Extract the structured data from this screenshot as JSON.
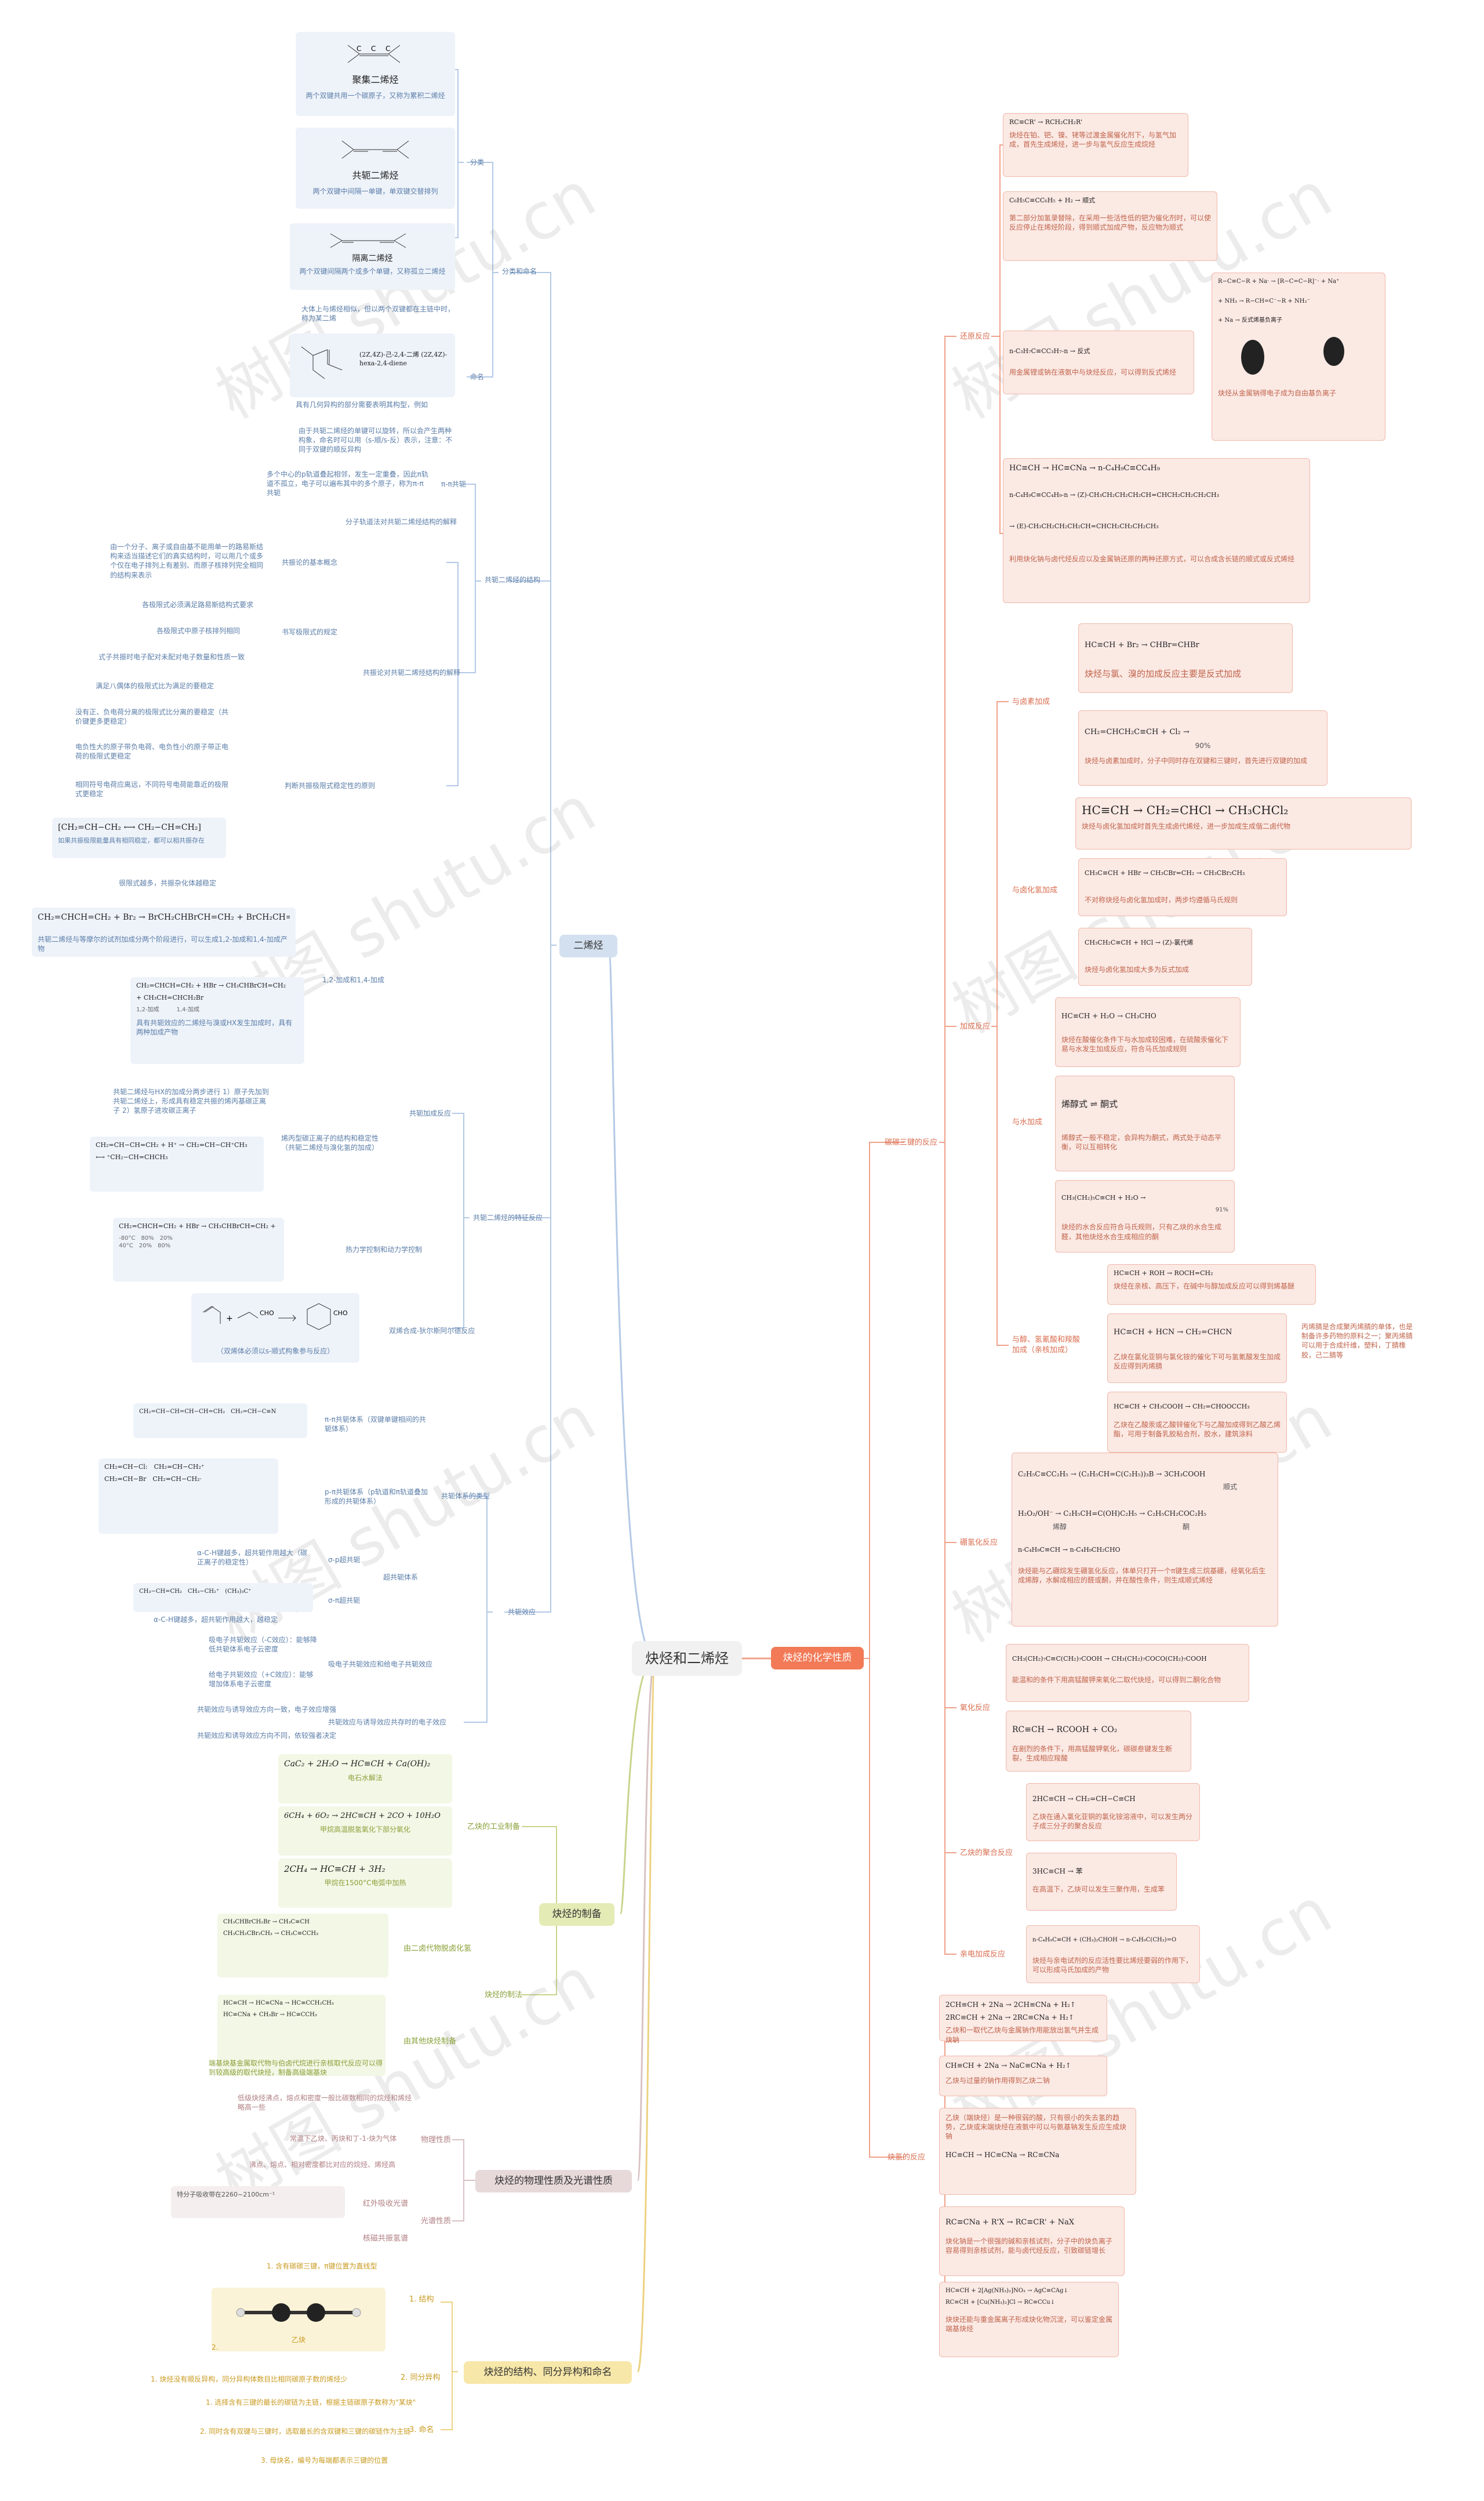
{
  "root": "炔烃和二烯烃",
  "branches": {
    "diene": "二烯烃",
    "alkyne_chem": "炔烃的化学性质",
    "alkyne_prep": "炔烃的制备",
    "alkyne_phys": "炔烃的物理性质及光谱性质",
    "alkyne_struct": "炔烃的结构、同分异构和命名"
  },
  "diene": {
    "classify": "分类和命名",
    "classify_sub": "分类",
    "naming_sub": "命名",
    "cumulated": {
      "label": "聚集二烯烃",
      "desc": "两个双键共用一个碳原子，又称为累积二烯烃"
    },
    "conjugated": {
      "label": "共轭二烯烃",
      "desc": "两个双键中间隔一单键，单双键交替排列"
    },
    "isolated": {
      "label": "隔离二烯烃",
      "desc": "两个双键间隔两个或多个单键，又称孤立二烯烃"
    },
    "naming_note1": "大体上与烯烃相似，但以两个双键都在主链中时，称为某二烯",
    "naming_example": "(2Z,4Z)-己-2,4-二烯 (2Z,4Z)-hexa-2,4-diene",
    "naming_note2": "具有几何异构的部分需要表明其构型，例如",
    "naming_note3": "由于共轭二烯烃的单键可以旋转，所以会产生两种构象，命名时可以用（s-顺/s-反）表示，注意：不同于双键的顺反异构",
    "structure": "共轭二烯烃的结构",
    "pi_pi": "π-π共轭",
    "pi_pi_desc": "多个中心的p轨道叠起相邻，发生一定重叠，因此π轨道不孤立，电子可以遍布其中的多个原子，称为π-π共轭",
    "mo_theory": "分子轨道法对共轭二烯烃结构的解释",
    "resonance": "共振论对共轭二烯烃结构的解释",
    "res_basic": "共振论的基本概念",
    "res_basic_desc": "由一个分子、离子或自由基不能用单一的路易斯结构来适当描述它们的真实结构时，可以用几个或多个仅在电子排列上有差别、而原子核排列完全相同的结构来表示",
    "res_rule1": "各极限式必须满足路易斯结构式要求",
    "res_rule2": "书写极限式的规定",
    "res_rule3": "各极限式中原子核排列相同",
    "res_rule4": "式子共振时电子配对未配对电子数量和性质一致",
    "res_judge": "判断共振极限式稳定性的原则",
    "judge1": "满足八偶体的极限式比为满足的要稳定",
    "judge2": "没有正、负电荷分离的极限式比分离的要稳定（共价键更多更稳定）",
    "judge3": "电负性大的原子带负电荷、电负性小的原子带正电荷的极限式更稳定",
    "judge4": "相同符号电荷应离远，不同符号电荷能靠近的极限式更稳定",
    "judge5": "如果共振极限能量具有相同稳定，都可以相共振存在",
    "judge6": "很限式越多，共振杂化体越稳定",
    "reactions": "共轭二烯烃的特征反应",
    "add_12_14": "1,2-加成和1,4-加成",
    "add_note1": "共轭二烯烃与等摩尔的试剂加成分两个阶段进行，可以生成1,2-加成和1,4-加成产物",
    "add_note2": "具有共轭效应的二烯烃与溴或HX发生加成时，具有两种加成产物",
    "add_note3": "共轭二烯烃与HX的加成分两步进行 1）原子先加到共轭二烯烃上，形成具有稳定共振的烯丙基碳正离子 2）氢原子进攻碳正离子",
    "add_sub": "共轭加成反应",
    "resonance_note": "烯丙型碳正离子的结构和稳定性（共轭二烯烃与溴化氢的加成）",
    "control": "热力学控制和动力学控制",
    "diels_alder": "双烯合成-狄尔斯阿尔德反应",
    "da_note": "（双烯体必须以s-顺式构象参与反应）",
    "pct": {
      "a": "1,2-加成",
      "b": "1,4-加成",
      "c": "-80°C",
      "d": "80%",
      "e": "20%",
      "f": "40°C",
      "g": "20%",
      "h": "80%"
    },
    "conj_effect": "共轭效应",
    "conj_system": "共轭体系的类型",
    "pi_pi_type": "π-π共轭体系（双键单键相间的共轭体系）",
    "p_pi_type": "p-π共轭体系（p轨道和π轨道叠加形成的共轭体系）",
    "sigma_p": "σ-p超共轭",
    "sigma_p_desc": "α-C-H键越多，超共轭作用越大（碳正离子的稳定性）",
    "hyperconj": "超共轭体系",
    "sigma_pi": "σ-π超共轭",
    "sigma_pi_desc": "α-C-H键越多，超共轭作用越大，越稳定",
    "electron": "吸电子共轭效应和给电子共轭效应",
    "ew_desc": "吸电子共轭效应（-C效应）：能够降低共轭体系电子云密度",
    "ed_desc": "给电子共轭效应（+C效应）：能够增加体系电子云密度",
    "transfer": "共轭效应与诱导效应共存时的电子效应",
    "transfer1": "共轭效应与诱导效应方向一致，电子效应增强",
    "transfer2": "共轭效应和诱导效应方向不同，依较强者决定"
  },
  "alkyne_chem": {
    "reduction": "还原反应",
    "red_card1": {
      "formula": "RC≡CR' → RCH₂CH₂R'",
      "desc": "炔烃在铂、钯、镍、铑等过渡金属催化剂下，与氢气加成，首先生成烯烃，进一步与氢气反应生成烷烃"
    },
    "red_card2": {
      "formula": "C₆H₅C≡CC₆H₅ + H₂ → 顺式",
      "desc": "第二部分加氢录替除，在采用一些活性低的钯为催化剂时，可以使反应停止在烯烃阶段，得到顺式加成产物，反应物为顺式"
    },
    "red_card3": {
      "formula": "n-C₃H₇C≡CC₃H₇-n → 反式",
      "desc": "用金属锂或钠在液氨中与炔烃反应，可以得到反式烯烃"
    },
    "red_card4": {
      "desc": "炔烃从金属钠得电子成为自由基负离子"
    },
    "red_card5": {
      "formula": "HC≡CH → HC≡CNa → n-C₄H₉C≡CC₄H₉",
      "desc": "利用炔化钠与卤代烃反应以及金属钠还原的两种还原方式，可以合成含长链的顺式或反式烯烃"
    },
    "addition": "加成反应",
    "hal_add": "与卤素加成",
    "hal_card1": {
      "formula": "HC≡CH + Br₂ → CHBr=CHBr",
      "desc": "炔烃与氯、溴的加成反应主要是反式加成"
    },
    "hal_card2": {
      "formula": "CH₂=CHCH₂C≡CH + Cl₂ → ",
      "desc": "炔烃与卤素加成时，分子中同时存在双键和三键时，首先进行双键的加成",
      "pct": "90%"
    },
    "hx_add": "与卤化氢加成",
    "hx_card1": {
      "formula": "HC≡CH → CH₂=CHCl → CH₃CHCl₂",
      "desc": "炔烃与卤化氢加成时首先生成卤代烯烃，进一步加成生成偕二卤代物"
    },
    "hx_card2": {
      "desc": "不对称炔烃与卤化氢加成时，两步均遵循马氏规则"
    },
    "hx_card3": {
      "desc": "炔烃与卤化氢加成大多为反式加成"
    },
    "water_add": "与水加成",
    "water_card1": {
      "formula": "HC≡CH + H₂O → CH₃CHO",
      "desc": "炔烃在酸催化条件下与水加成较困难，在硫酸汞催化下易与水发生加成反应，符合马氏加成规则"
    },
    "water_card2": {
      "formula": "烯醇式 ⇌ 酮式",
      "desc": "烯醇式一般不稳定，会异构为酮式，两式处于动态平衡，可以互相转化"
    },
    "water_card3": {
      "formula": "CH₃(CH₂)₅C≡CH + H₂O → ",
      "desc": "炔烃的水合反应符合马氏规则，只有乙炔的水合生成醛，其他炔烃水合生成相应的酮",
      "pct": "91%"
    },
    "nuc_add": "与醇、氢氰酸和羧酸加成（亲核加成）",
    "nuc_card1": {
      "formula": "HC≡CH + ROH → ROCH=CH₂",
      "desc": "炔烃在亲核、高压下，在碱中与醇加成反应可以得到烯基醚"
    },
    "nuc_card2": {
      "formula": "HC≡CH + HCN → CH₂=CHCN",
      "desc": "乙炔在氯化亚铜与氯化铵的催化下可与氢氰酸发生加成反应得到丙烯腈"
    },
    "nuc_card2b": "丙烯腈是合成聚丙烯腈的单体，也是制备许多药物的原料之一；聚丙烯腈可以用于合成纤维，塑料，丁腈橡胶，己二腈等",
    "nuc_card3": {
      "formula": "HC≡CH + CH₃COOH → CH₂=CHOOCCH₃",
      "desc": "乙炔在乙酸汞或乙酸锌催化下与乙酸加成得到乙酸乙烯酯，可用于制备乳胶粘合剂，胶水，建筑涂料"
    },
    "hydroboration": "硼氢化反应",
    "hb_card": {
      "desc": "炔烃能与乙硼烷发生硼氢化反应，体单只打开一个π键生成三烷基硼，经氧化后生成烯醇，水解成相应的醛或酮，并在酸性条件，则生成顺式烯烃",
      "a": "顺式",
      "b": "烯醇",
      "c": "酮"
    },
    "oxidation": "氧化反应",
    "ox_card1": {
      "desc": "能温和的条件下用高锰酸钾来氧化二取代炔烃，可以得到二酮化合物"
    },
    "ox_card2": {
      "formula": "RC≡CH → RCOOH + CO₂",
      "desc": "在剧烈的条件下，用高锰酸钾氧化，碳碳叁键发生断裂，生成相应羧酸"
    },
    "polymer": "乙炔的聚合反应",
    "poly_card1": {
      "formula": "2HC≡CH → CH₂=CH−C≡CH",
      "desc": "乙炔在通入氯化亚铜的氯化铵溶液中，可以发生两分子成三分子的聚合反应"
    },
    "poly_card2": {
      "formula": "3HC≡CH → 苯",
      "desc": "在高温下，乙炔可以发生三聚作用，生成苯"
    },
    "nucleophilic": "亲电加成反应",
    "nuc_card": {
      "desc": "炔烃与亲电试剂的反应活性要比烯烃要弱的作用下，可以形成马氏加成的产物"
    },
    "terminal": "炔氢的反应",
    "term_card1": {
      "formula": "2CH≡CH + 2Na → 2CH≡CNa + H₂↑",
      "desc": "乙炔和一取代乙炔与金属钠作用能放出氢气并生成炔钠"
    },
    "term_card2": {
      "formula": "CH≡CH + 2Na → NaC≡CNa + H₂↑",
      "desc": "乙炔与过量的钠作用得到乙炔二钠"
    },
    "term_card3": {
      "formula": "HC≡CH → HC≡CNa → RC≡CNa",
      "desc": "乙炔（端炔烃）是一种很弱的酸，只有很小的失去氢的趋势，乙炔或末端炔烃在液氨中可以与氨基钠发生反应生成炔钠"
    },
    "term_card4": {
      "formula": "RC≡CNa + R'X → RC≡CR' + NaX",
      "desc": "炔化钠是一个很强的碱和亲核试剂，分子中的炔负离子容易得到亲核试剂，能与卤代烃反应，引致碳链增长"
    },
    "term_card5": {
      "desc": "炔炔还能与重金属离子形成炔化物沉淀，可以鉴定金属端基炔烃"
    }
  },
  "alkyne_prep": {
    "industrial": "乙炔的工业制备",
    "ind_card1": {
      "formula": "CaC₂ + 2H₂O → HC≡CH + Ca(OH)₂",
      "desc": "电石水解法"
    },
    "ind_card2": {
      "formula": "6CH₄ + 6O₂ → 2HC≡CH + 2CO + 10H₂O",
      "desc": "甲烷高温脱氢氧化下部分氧化"
    },
    "ind_card3": {
      "formula": "2CH₄ → HC≡CH + 3H₂",
      "desc": "甲烷在1500°C电弧中加热"
    },
    "dehalo": "由二卤代物脱卤化氢",
    "other": "由其他炔烃制备",
    "method": "炔烃的制法",
    "other_note": "端基炔基金属取代物与伯卤代烷进行亲核取代反应可以得到较高级的取代炔烃，制备高级端基炔"
  },
  "alkyne_phys": {
    "physical": "物理性质",
    "phys1": "低级炔烃沸点，熔点和密度一般比碳数相同的烷烃和烯烃略高一些",
    "phys2": "常温下乙炔、丙炔和丁-1-炔为气体",
    "phys3": "沸点、熔点、相对密度都比对应的烷烃、烯烃高",
    "spectra": "光谱性质",
    "ir": "红外吸收光谱",
    "ir_note": "特分子吸收带在2260~2100cm⁻¹",
    "nmr": "核磁共振氢谱"
  },
  "alkyne_struct": {
    "structure": "1. 结构",
    "struct_desc": "1. 含有碳碳三键，π键位置为直线型",
    "struct_img": "乙炔",
    "struct_num": "2.",
    "isomer": "2. 同分异构",
    "isomer_desc": "1. 炔烃没有顺反异构，同分异构体数目比相同碳原子数的烯烃少",
    "naming": "3. 命名",
    "naming1": "1. 选择含有三键的最长的碳链为主链，根据主链碳原子数称为\"某炔\"",
    "naming2": "2. 同时含有双键与三键时，选取最长的含双键和三键的碳链作为主链",
    "naming3": "3. 母炔名，编号为每端都表示三键的位置"
  },
  "watermark": "树图 shutu.cn",
  "colors": {
    "diene": "#d3e0ef",
    "chem": "#f27a57",
    "prep": "#e4ebb5",
    "phys": "#e7d9da",
    "struct": "#f7e7a8",
    "blue_line": "#b3c9e6",
    "red_line": "#f0a18a",
    "green_line": "#c9d48c",
    "pink_line": "#d8c2c4",
    "yellow_line": "#ecd281"
  }
}
